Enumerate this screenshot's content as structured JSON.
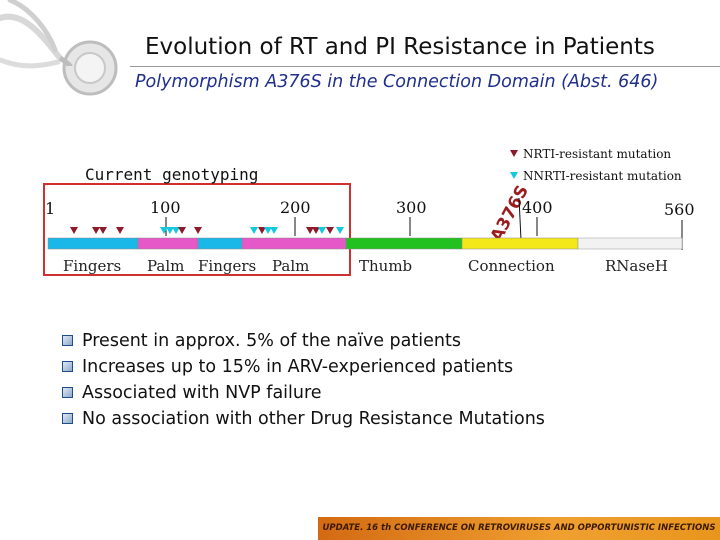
{
  "slide": {
    "title": "Evolution of RT and PI Resistance in Patients",
    "subtitle": "Polymorphism A376S in the Connection Domain (Abst. 646)"
  },
  "diagram": {
    "label_current_genotyping": "Current genotyping",
    "mutation_label": "A376S",
    "legend": {
      "nrti": "NRTI-resistant mutation",
      "nnrti": "NNRTI-resistant mutation"
    },
    "legend_colors": {
      "nrti": "#8b1a2b",
      "nnrti": "#14c8e0"
    },
    "ticks": [
      "1",
      "100",
      "200",
      "300",
      "400",
      "560"
    ],
    "domains": [
      "Fingers",
      "Palm",
      "Fingers",
      "Palm",
      "Thumb",
      "Connection",
      "RNaseH"
    ],
    "segment_colors": {
      "fingers": "#1ab8e8",
      "palm": "#e657c8",
      "thumb": "#22c11f",
      "connection": "#f4e81a",
      "rnaseh": "#f2f2f2"
    }
  },
  "bullets": [
    "Present in approx. 5% of the naïve patients",
    "Increases up to 15% in ARV-experienced patients",
    "Associated with NVP failure",
    "No association with other Drug Resistance Mutations"
  ],
  "footer": {
    "text": "UPDATE. 16 th CONFERENCE ON RETROVIRUSES AND OPPORTUNISTIC INFECTIONS"
  }
}
